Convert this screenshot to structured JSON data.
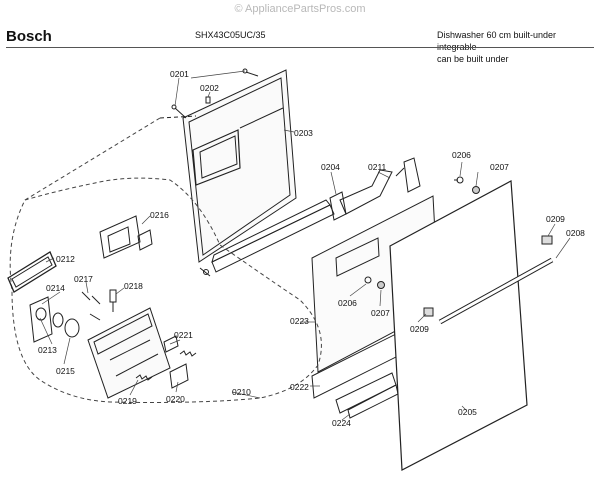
{
  "header": {
    "watermark": "© AppliancePartsPros.com",
    "brand": "Bosch",
    "model": "SHX43C05UC/35",
    "description_line1": "Dishwasher 60 cm built-under integrable",
    "description_line2": "can be built under"
  },
  "labels": {
    "p0201": "0201",
    "p0202": "0202",
    "p0203": "0203",
    "p0204": "0204",
    "p0211": "0211",
    "p0206a": "0206",
    "p0207a": "0207",
    "p0209a": "0209",
    "p0208": "0208",
    "p0216": "0216",
    "p0212": "0212",
    "p0217": "0217",
    "p0218": "0218",
    "p0214": "0214",
    "p0213": "0213",
    "p0215": "0215",
    "p0221": "0221",
    "p0219": "0219",
    "p0220": "0220",
    "p0210": "0210",
    "p0223": "0223",
    "p0206b": "0206",
    "p0207b": "0207",
    "p0209b": "0209",
    "p0222": "0222",
    "p0224": "0224",
    "p0205": "0205"
  }
}
